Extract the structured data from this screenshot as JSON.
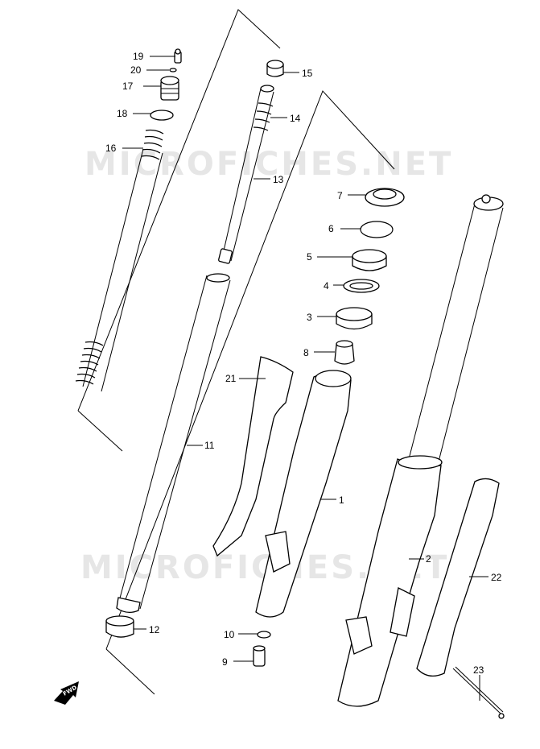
{
  "watermark": "MICROFICHES.NET",
  "fwd_label": "FWD",
  "callouts": [
    {
      "id": "c19",
      "text": "19"
    },
    {
      "id": "c20",
      "text": "20"
    },
    {
      "id": "c17",
      "text": "17"
    },
    {
      "id": "c18",
      "text": "18"
    },
    {
      "id": "c16",
      "text": "16"
    },
    {
      "id": "c15",
      "text": "15"
    },
    {
      "id": "c14",
      "text": "14"
    },
    {
      "id": "c13",
      "text": "13"
    },
    {
      "id": "c7",
      "text": "7"
    },
    {
      "id": "c6",
      "text": "6"
    },
    {
      "id": "c5",
      "text": "5"
    },
    {
      "id": "c4",
      "text": "4"
    },
    {
      "id": "c3",
      "text": "3"
    },
    {
      "id": "c8",
      "text": "8"
    },
    {
      "id": "c21",
      "text": "21"
    },
    {
      "id": "c11",
      "text": "11"
    },
    {
      "id": "c1",
      "text": "1"
    },
    {
      "id": "c2",
      "text": "2"
    },
    {
      "id": "c22",
      "text": "22"
    },
    {
      "id": "c12",
      "text": "12"
    },
    {
      "id": "c10",
      "text": "10"
    },
    {
      "id": "c9",
      "text": "9"
    },
    {
      "id": "c23",
      "text": "23"
    }
  ]
}
